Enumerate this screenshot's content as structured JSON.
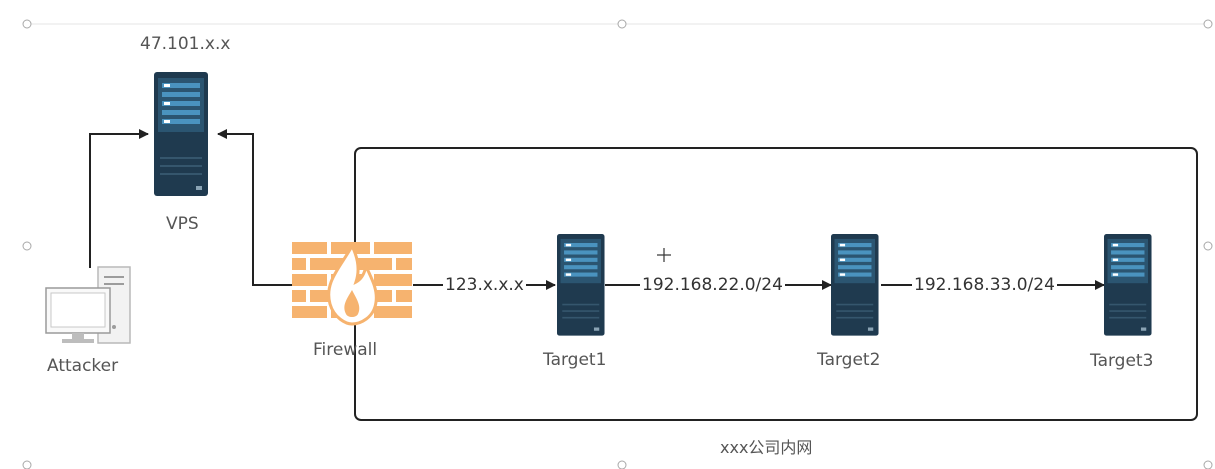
{
  "nodes": {
    "vps": {
      "label": "VPS",
      "ip": "47.101.x.x"
    },
    "attacker": {
      "label": "Attacker"
    },
    "firewall": {
      "label": "Firewall"
    },
    "target1": {
      "label": "Target1"
    },
    "target2": {
      "label": "Target2"
    },
    "target3": {
      "label": "Target3"
    }
  },
  "edges": {
    "fw_to_t1": "123.x.x.x",
    "t1_to_t2": "192.168.22.0/24",
    "t2_to_t3": "192.168.33.0/24"
  },
  "zone": {
    "label": "xxx公司内网"
  },
  "colors": {
    "server_body": "#1f3a4f",
    "server_bar": "#4a93bf",
    "firewall": "#f6b36f",
    "line": "#222222",
    "zone_border": "#222222"
  },
  "icons": [
    "server-icon",
    "computer-icon",
    "firewall-icon"
  ]
}
